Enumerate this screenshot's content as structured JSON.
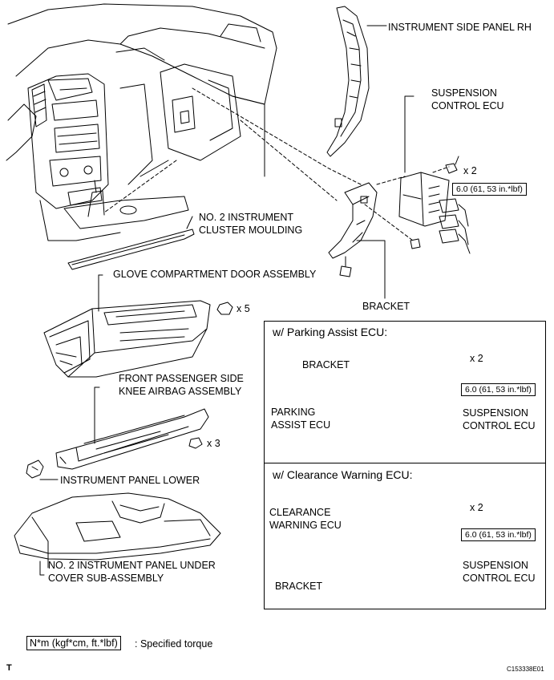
{
  "labels": {
    "side_panel_rh": "INSTRUMENT SIDE PANEL RH",
    "suspension_ecu_1": "SUSPENSION",
    "suspension_ecu_2": "CONTROL ECU",
    "cluster_moulding_1": "NO. 2 INSTRUMENT",
    "cluster_moulding_2": "CLUSTER MOULDING",
    "glove_door": "GLOVE COMPARTMENT DOOR ASSEMBLY",
    "bracket": "BRACKET",
    "knee_airbag_1": "FRONT PASSENGER SIDE",
    "knee_airbag_2": "KNEE AIRBAG ASSEMBLY",
    "panel_lower": "INSTRUMENT PANEL LOWER",
    "under_cover_1": "NO. 2 INSTRUMENT PANEL UNDER",
    "under_cover_2": "COVER SUB-ASSEMBLY"
  },
  "quantities": {
    "nut_main": "x 2",
    "bolt_glove": "x 5",
    "bolt_knee": "x 3",
    "nut_parking": "x 2",
    "nut_clearance": "x 2"
  },
  "torque": {
    "main": "6.0 (61, 53 in.*lbf)",
    "parking": "6.0 (61, 53 in.*lbf)",
    "clearance": "6.0 (61, 53 in.*lbf)"
  },
  "parking_box": {
    "title": "w/ Parking Assist ECU:",
    "bracket": "BRACKET",
    "ecu_1": "PARKING",
    "ecu_2": "ASSIST ECU",
    "susp_1": "SUSPENSION",
    "susp_2": "CONTROL ECU"
  },
  "clearance_box": {
    "title": "w/ Clearance Warning ECU:",
    "ecu_1": "CLEARANCE",
    "ecu_2": "WARNING ECU",
    "bracket": "BRACKET",
    "susp_1": "SUSPENSION",
    "susp_2": "CONTROL ECU"
  },
  "legend": {
    "unit": "N*m (kgf*cm, ft.*lbf)",
    "text": ": Specified torque"
  },
  "footer": {
    "corner_mark": "T",
    "figure_id": "C153338E01"
  }
}
